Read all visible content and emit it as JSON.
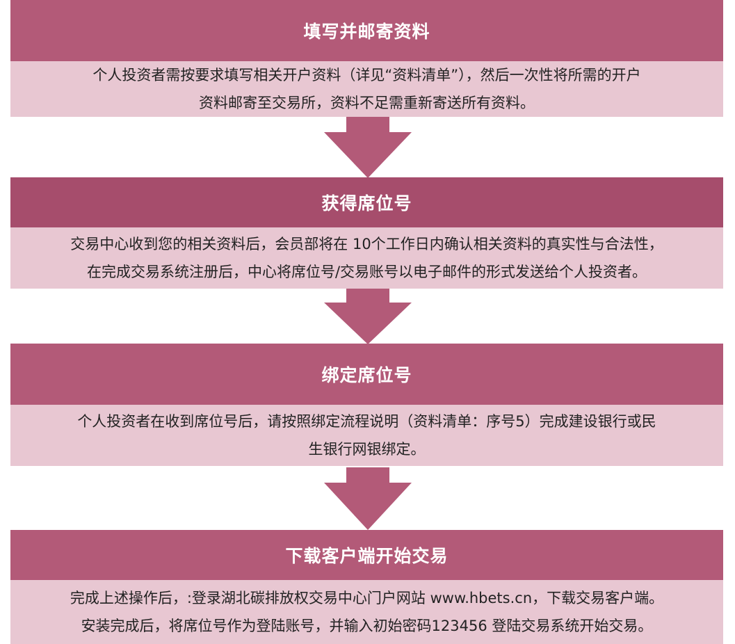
{
  "colors": {
    "header": "#b35a78",
    "header_dark": "#a64d6c",
    "body": "#e8c7d2",
    "arrow": "#b35a78"
  },
  "steps": [
    {
      "title": "填写并邮寄资料",
      "lines": [
        "个人投资者需按要求填写相关开户资料（详见“资料清单”），然后一次性将所需的开户",
        "资料邮寄至交易所，资料不足需重新寄送所有资料。"
      ]
    },
    {
      "title": "获得席位号",
      "lines": [
        "交易中心收到您的相关资料后，会员部将在 10个工作日内确认相关资料的真实性与合法性，",
        "在完成交易系统注册后，中心将席位号/交易账号以电子邮件的形式发送给个人投资者。"
      ]
    },
    {
      "title": "绑定席位号",
      "lines": [
        "个人投资者在收到席位号后，请按照绑定流程说明（资料清单：序号5）完成建设银行或民",
        "生银行网银绑定。"
      ]
    },
    {
      "title": "下载客户端开始交易",
      "lines": [
        "完成上述操作后，:登录湖北碳排放权交易中心门户网站 www.hbets.cn，下载交易客户端。",
        "安装完成后，将席位号作为登陆账号，并输入初始密码123456 登陆交易系统开始交易。"
      ]
    }
  ]
}
